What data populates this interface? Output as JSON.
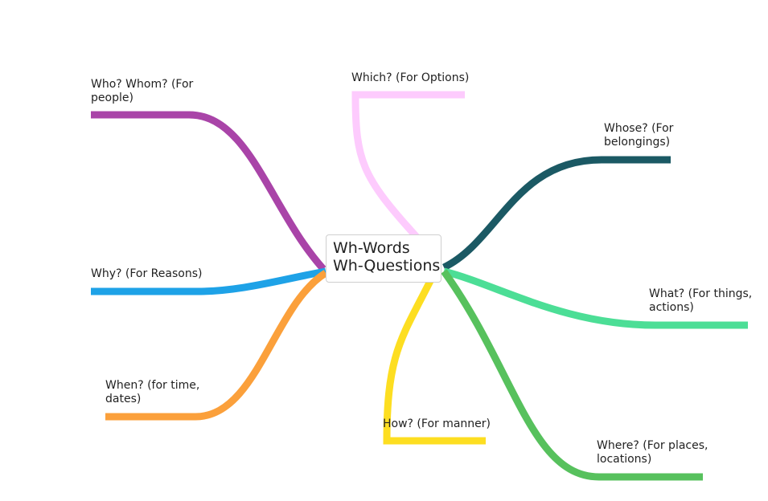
{
  "center": {
    "line1": "Wh-Words",
    "line2": "Wh-Questions"
  },
  "branches": [
    {
      "id": "who",
      "label": "Who? Whom? (For\npeople)",
      "color": "#A944A8"
    },
    {
      "id": "which",
      "label": "Which? (For Options)",
      "color": "#FDCBFD"
    },
    {
      "id": "whose",
      "label": "Whose? (For\nbelongings)",
      "color": "#1B5964"
    },
    {
      "id": "why",
      "label": "Why? (For Reasons)",
      "color": "#1EA2E7"
    },
    {
      "id": "what",
      "label": "What? (For things,\nactions)",
      "color": "#4CDE96"
    },
    {
      "id": "when",
      "label": "When? (for time,\ndates)",
      "color": "#FBA03B"
    },
    {
      "id": "how",
      "label": "How? (For manner)",
      "color": "#FDDE21"
    },
    {
      "id": "where",
      "label": "Where? (For places,\nlocations)",
      "color": "#57C15D"
    }
  ]
}
